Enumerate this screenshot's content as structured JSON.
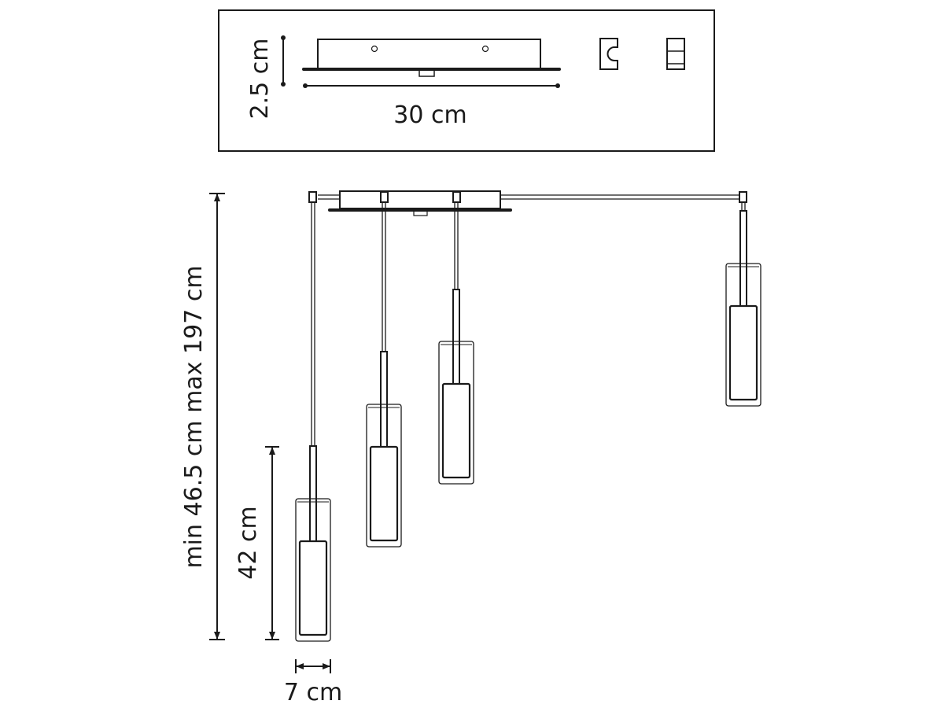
{
  "canopy_detail": {
    "height_label": "2.5 cm",
    "width_label": "30 cm"
  },
  "main_drawing": {
    "total_height_label": "min 46.5 cm max 197 cm",
    "shade_height_label": "42 cm",
    "shade_width_label": "7 cm",
    "pendant_count": 4
  },
  "colors": {
    "line": "#1a1a1a",
    "background": "#ffffff"
  }
}
